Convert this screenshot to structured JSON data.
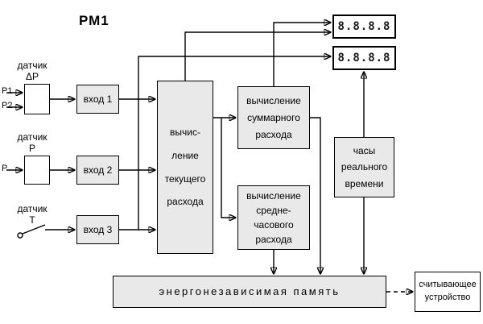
{
  "title": "РМ1",
  "sensors": {
    "dp": {
      "label": "датчик\nΔР",
      "p1": "Р1",
      "p2": "Р2"
    },
    "p": {
      "label": "датчик\nР",
      "p": "Р"
    },
    "t": {
      "label": "датчик\nТ"
    }
  },
  "inputs": {
    "in1": "вход 1",
    "in2": "вход 2",
    "in3": "вход 3"
  },
  "blocks": {
    "current": "вычис-\nление\nтекущего\nрасхода",
    "total": "вычисление\nсуммарного\nрасхода",
    "avg": "вычисление\nсредне-\nчасового\nрасхода",
    "clock": "часы\nреального\nвремени",
    "memory": "энергонезависимая память",
    "reader": "считывающее\nустройство"
  },
  "displays": {
    "top": "8.8.8.8",
    "bottom": "8.8.8.8"
  },
  "colors": {
    "block_fill": "#e9e9e9",
    "line": "#000000",
    "background": "#ffffff"
  }
}
